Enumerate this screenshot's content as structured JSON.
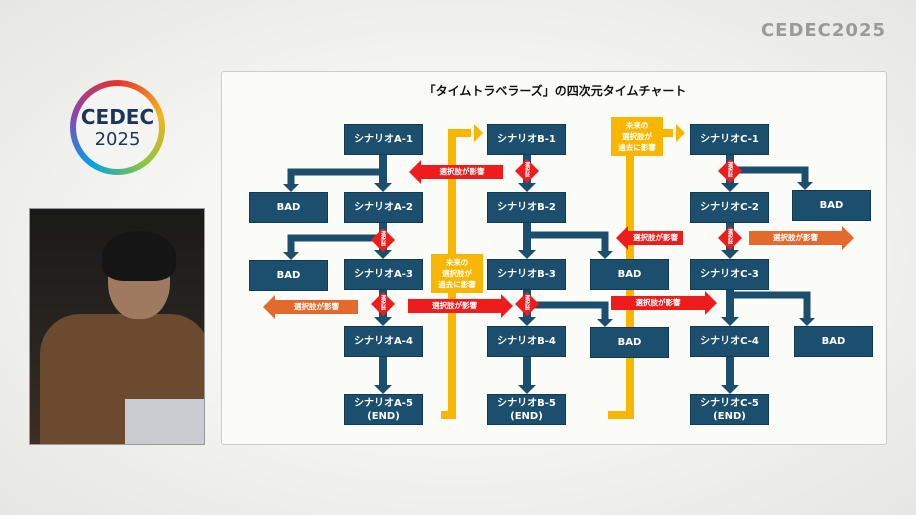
{
  "branding": {
    "corner_logo": "CEDEC2025",
    "logo_line1": "CEDEC",
    "logo_line2": "2025"
  },
  "slide": {
    "title": "「タイムトラベラーズ」の四次元タイムチャート",
    "scenarios_a": [
      "シナリオA-1",
      "シナリオA-2",
      "シナリオA-3",
      "シナリオA-4",
      "シナリオA-5\n(END)"
    ],
    "scenarios_b": [
      "シナリオB-1",
      "シナリオB-2",
      "シナリオB-3",
      "シナリオB-4",
      "シナリオB-5\n(END)"
    ],
    "scenarios_c": [
      "シナリオC-1",
      "シナリオC-2",
      "シナリオC-3",
      "シナリオC-4",
      "シナリオC-5\n(END)"
    ],
    "bad": "BAD",
    "future_note": "未来の\n選択肢が\n過去に影響",
    "influence": "選択肢が影響",
    "choice": "選択肢",
    "colors": {
      "box": "#1c4f6d",
      "future": "#f8b600",
      "influence_red": "#ee1c1c",
      "influence_orange": "#e36a2c"
    }
  }
}
